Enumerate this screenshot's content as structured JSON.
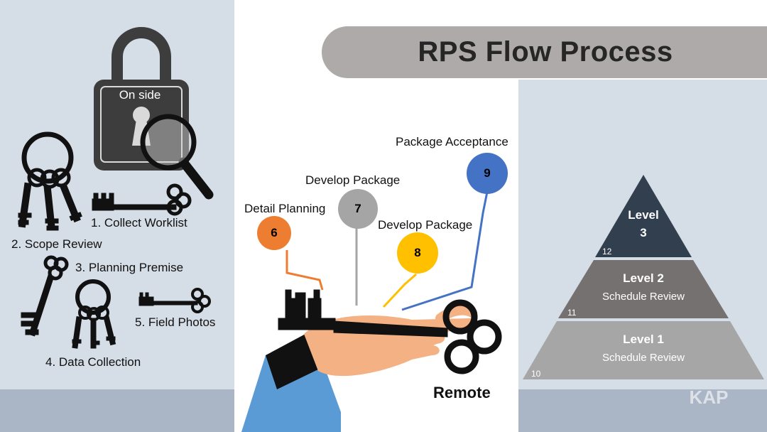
{
  "title": "RPS Flow Process",
  "lock": {
    "label": "On side"
  },
  "left_steps": [
    "1. Collect Worklist",
    "2. Scope Review",
    "3. Planning Premise",
    "4. Data Collection",
    "5. Field Photos"
  ],
  "center": {
    "bubbles": [
      {
        "num": "6",
        "label": "Detail Planning",
        "color": "#ed7d31"
      },
      {
        "num": "7",
        "label": "Develop Package",
        "color": "#a5a5a5"
      },
      {
        "num": "8",
        "label": "Develop Package",
        "color": "#ffc000"
      },
      {
        "num": "9",
        "label": "Package Acceptance",
        "color": "#4472c4"
      }
    ],
    "remote_label": "Remote"
  },
  "pyramid": {
    "level3": {
      "title": "Level",
      "title2": "3",
      "num": "12",
      "color": "#323f4f"
    },
    "level2": {
      "title": "Level 2",
      "subtitle": "Schedule Review",
      "num": "11",
      "color": "#767171"
    },
    "level1": {
      "title": "Level 1",
      "subtitle": "Schedule Review",
      "num": "10",
      "color": "#a6a6a6"
    }
  }
}
